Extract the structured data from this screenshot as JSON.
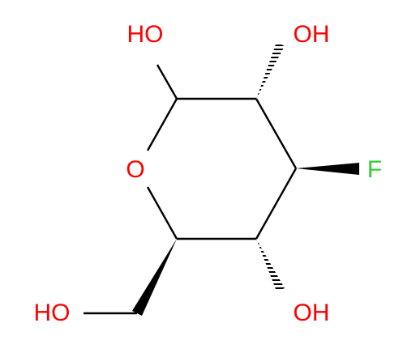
{
  "molecule": {
    "atoms": {
      "oh_anomeric": "HO",
      "oh_c2": "OH",
      "fluorine": "F",
      "ring_oxygen": "O",
      "oh_c4": "OH",
      "ho_hydroxymethyl": "HO"
    },
    "colors": {
      "bond": "#000000",
      "oxygen": "#ff0000",
      "fluorine": "#33cc33"
    }
  }
}
